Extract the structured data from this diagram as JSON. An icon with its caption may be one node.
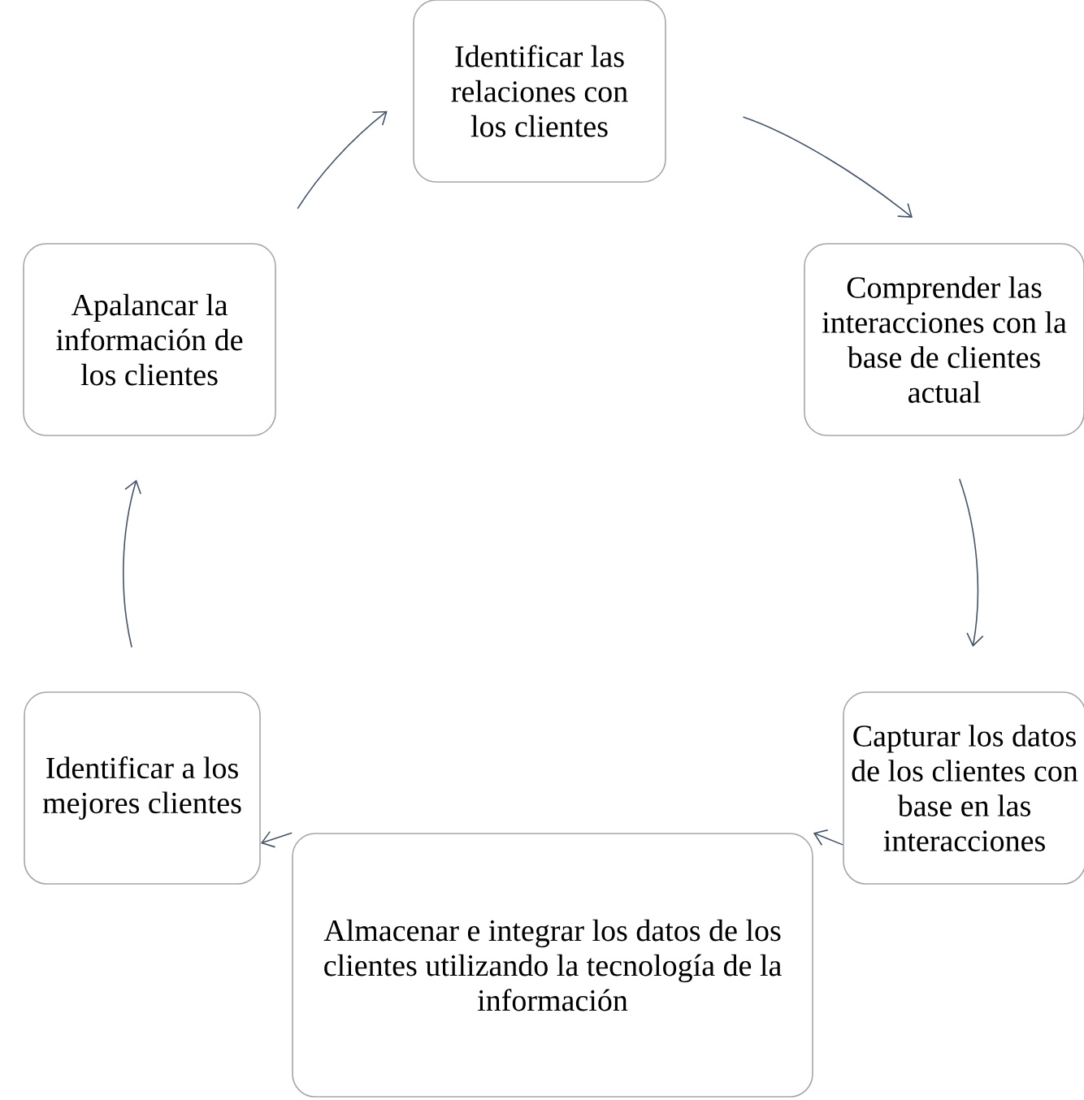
{
  "diagram": {
    "nodes": [
      {
        "text": [
          "Identificar las relaciones con los clientes"
        ]
      },
      {
        "text": [
          "Comprender las interacciones con la base de clientes actual"
        ]
      },
      {
        "text": [
          "Capturar los datos de los clientes con base en las interacciones"
        ]
      },
      {
        "text": [
          "Almacenar e integrar los datos de los clientes utilizando la tecnología de la información"
        ]
      },
      {
        "text": [
          "Identificar a los mejores clientes"
        ]
      },
      {
        "text": [
          "Apalancar la información de los clientes"
        ]
      }
    ],
    "edges": [
      {
        "from": 0,
        "to": 1,
        "arrow": "to"
      },
      {
        "from": 1,
        "to": 2,
        "arrow": "to"
      },
      {
        "from": 2,
        "to": 3,
        "arrow": "to"
      },
      {
        "from": 3,
        "to": 4,
        "arrow": "to"
      },
      {
        "from": 4,
        "to": 5,
        "arrow": "to"
      },
      {
        "from": 5,
        "to": 0,
        "arrow": "to"
      }
    ]
  }
}
